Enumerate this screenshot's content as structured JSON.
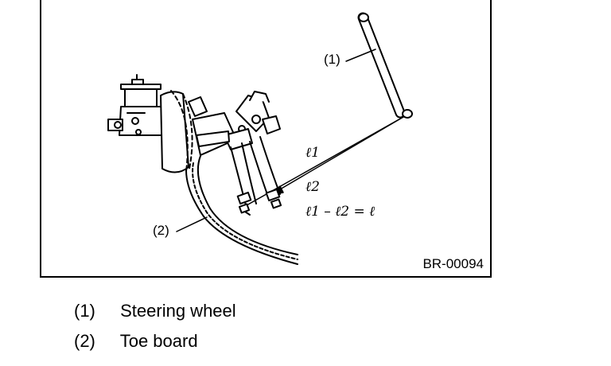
{
  "figure": {
    "code": "BR-00094",
    "callouts": {
      "one": "(1)",
      "two": "(2)"
    },
    "dimensions": {
      "l1": "ℓ1",
      "l2": "ℓ2",
      "formula": "ℓ1 – ℓ2 = ℓ"
    }
  },
  "legend": [
    {
      "number": "(1)",
      "label": "Steering wheel"
    },
    {
      "number": "(2)",
      "label": "Toe board"
    }
  ]
}
